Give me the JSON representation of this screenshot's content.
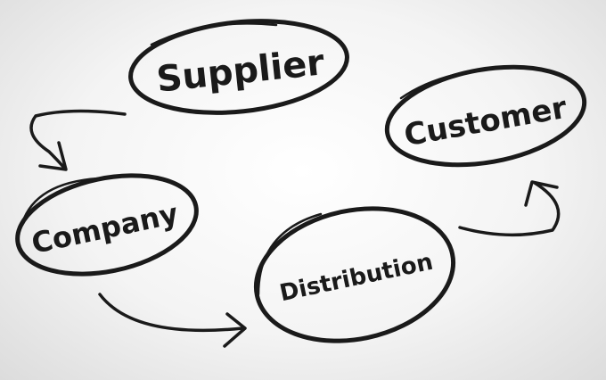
{
  "nodes": {
    "supplier": "Supplier",
    "customer": "Customer",
    "company": "Company",
    "distribution": "Distribution"
  },
  "colors": {
    "ink": "#1a1a1a",
    "background": "#f4f4f4"
  }
}
